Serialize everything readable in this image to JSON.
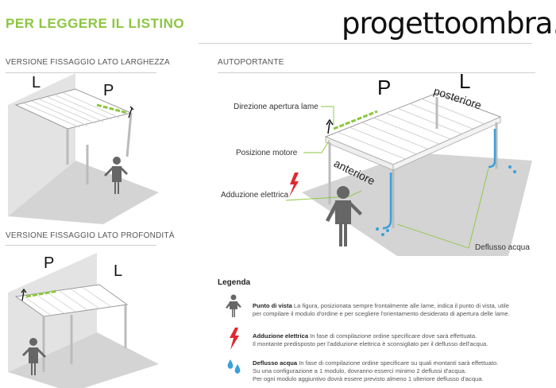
{
  "header": {
    "title": "PER LEGGERE IL LISTINO",
    "brand": "progettoombra.it"
  },
  "sections": {
    "width": "VERSIONE FISSAGGIO LATO LARGHEZZA",
    "depth": "VERSIONE FISSAGGIO LATO PROFONDITÀ",
    "freestanding": "AUTOPORTANTE"
  },
  "letters": {
    "L": "L",
    "P": "P"
  },
  "diagram_labels": {
    "direction": "Direzione apertura lame",
    "motor": "Posizione motore",
    "power": "Adduzione elettrica",
    "drain": "Deflusso acqua",
    "posteriore": "posteriore",
    "anteriore": "anteriore"
  },
  "legend": {
    "title": "Legenda",
    "viewpoint": {
      "title": "Punto di vista",
      "line1": "La figura, posizionata sempre frontalmente alle lame, indica il punto di vista, utile",
      "line2": "per compilare il modulo d'ordine e per scegliere l'orientamento desiderato di apertura delle lame."
    },
    "power": {
      "title": "Adduzione elettrica",
      "line1": "In fase di compilazione ordine specificare dove sarà effettuata.",
      "line2": "Il montante predisposto per l'adduzione elettrica è sconsigliato per il deflusso dell'acqua."
    },
    "drain": {
      "title": "Deflusso acqua",
      "line1": "In fase di compilazione ordine specificare su quali montanti sarà effettuato.",
      "line2": "Su una configurazione a 1 modulo, dovranno essercì minimo 2 deflussi d'acqua.",
      "line3": "Per ogni modulo aggiuntivo dovrà essere previsto almeno 1 ulteriore deflusso d'acqua."
    }
  },
  "colors": {
    "accent": "#8cc63f",
    "water": "#3aa0d8",
    "power": "#e0282e",
    "floor": "#d4d4d4",
    "wall": "#e3e3e3"
  },
  "icons": [
    "person-icon",
    "lightning-icon",
    "water-drops-icon",
    "arrow-icon"
  ]
}
